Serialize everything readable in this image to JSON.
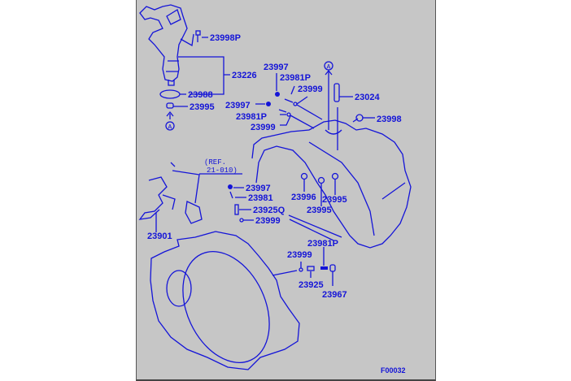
{
  "diagram": {
    "figure_code": "F00032",
    "reference_note": [
      "(REF.",
      "21-010)"
    ],
    "view_marker": "A",
    "callouts": [
      "23998P",
      "23226",
      "23988",
      "23995",
      "23997",
      "23981P",
      "23999",
      "23024",
      "23997",
      "23981P",
      "23999",
      "23998",
      "23997",
      "23981",
      "23925Q",
      "23999",
      "23996",
      "23995",
      "23995",
      "23901",
      "23981P",
      "23999",
      "23925",
      "23967"
    ],
    "line_color": "#1414d8",
    "background_color": "#c6c6c6"
  }
}
